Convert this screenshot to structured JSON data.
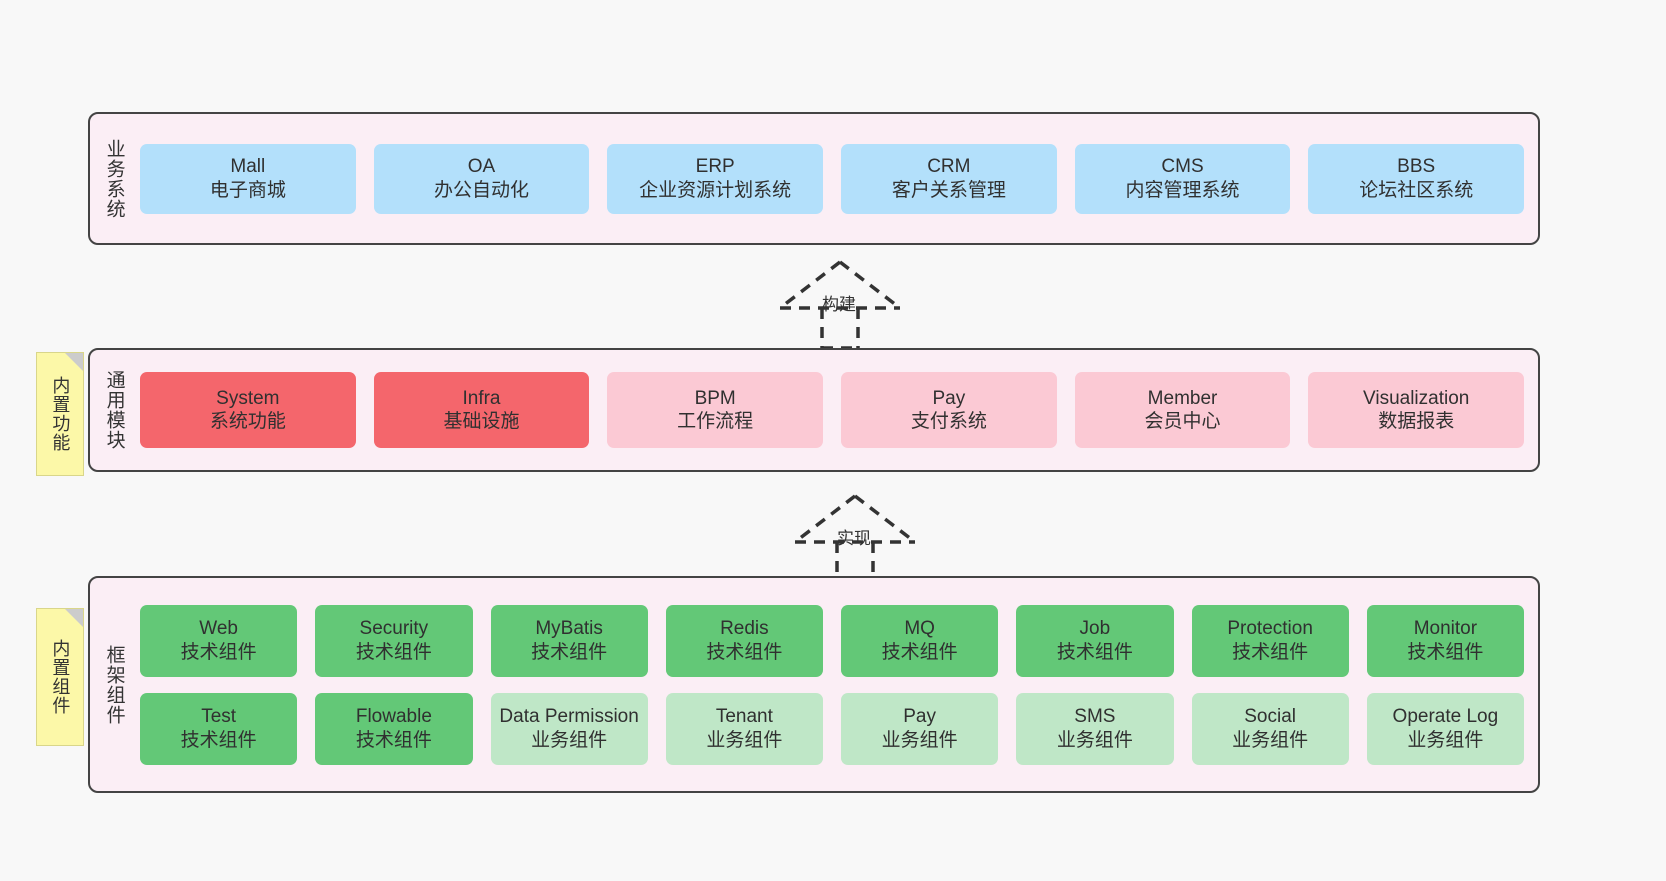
{
  "background_color": "#f8f8f8",
  "palette": {
    "band_fill": "#fbeef5",
    "band_border": "#444444",
    "business_cell": "#b3e0fb",
    "core_module_cell": "#f4666c",
    "module_cell": "#fbc9d4",
    "tech_component_cell": "#63c877",
    "biz_component_cell": "#bfe7c7",
    "note_fill": "#fcf8a8"
  },
  "layers": {
    "business": {
      "title": "业务系统",
      "items": [
        {
          "en": "Mall",
          "cn": "电子商城"
        },
        {
          "en": "OA",
          "cn": "办公自动化"
        },
        {
          "en": "ERP",
          "cn": "企业资源计划系统"
        },
        {
          "en": "CRM",
          "cn": "客户关系管理"
        },
        {
          "en": "CMS",
          "cn": "内容管理系统"
        },
        {
          "en": "BBS",
          "cn": "论坛社区系统"
        }
      ]
    },
    "common": {
      "title": "通用模块",
      "note": "内置功能",
      "items": [
        {
          "en": "System",
          "cn": "系统功能",
          "variant": "c-red"
        },
        {
          "en": "Infra",
          "cn": "基础设施",
          "variant": "c-red"
        },
        {
          "en": "BPM",
          "cn": "工作流程",
          "variant": "c-pink"
        },
        {
          "en": "Pay",
          "cn": "支付系统",
          "variant": "c-pink"
        },
        {
          "en": "Member",
          "cn": "会员中心",
          "variant": "c-pink"
        },
        {
          "en": "Visualization",
          "cn": "数据报表",
          "variant": "c-pink"
        }
      ]
    },
    "framework": {
      "title": "框架组件",
      "note": "内置组件",
      "row1": [
        {
          "en": "Web",
          "cn": "技术组件",
          "variant": "c-green"
        },
        {
          "en": "Security",
          "cn": "技术组件",
          "variant": "c-green"
        },
        {
          "en": "MyBatis",
          "cn": "技术组件",
          "variant": "c-green"
        },
        {
          "en": "Redis",
          "cn": "技术组件",
          "variant": "c-green"
        },
        {
          "en": "MQ",
          "cn": "技术组件",
          "variant": "c-green"
        },
        {
          "en": "Job",
          "cn": "技术组件",
          "variant": "c-green"
        },
        {
          "en": "Protection",
          "cn": "技术组件",
          "variant": "c-green"
        },
        {
          "en": "Monitor",
          "cn": "技术组件",
          "variant": "c-green"
        }
      ],
      "row2": [
        {
          "en": "Test",
          "cn": "技术组件",
          "variant": "c-green"
        },
        {
          "en": "Flowable",
          "cn": "技术组件",
          "variant": "c-green"
        },
        {
          "en": "Data Permission",
          "cn": "业务组件",
          "variant": "c-lightgreen"
        },
        {
          "en": "Tenant",
          "cn": "业务组件",
          "variant": "c-lightgreen"
        },
        {
          "en": "Pay",
          "cn": "业务组件",
          "variant": "c-lightgreen"
        },
        {
          "en": "SMS",
          "cn": "业务组件",
          "variant": "c-lightgreen"
        },
        {
          "en": "Social",
          "cn": "业务组件",
          "variant": "c-lightgreen"
        },
        {
          "en": "Operate Log",
          "cn": "业务组件",
          "variant": "c-lightgreen"
        }
      ]
    }
  },
  "connectors": [
    {
      "id": "build",
      "label": "构建",
      "from": "common",
      "to": "business"
    },
    {
      "id": "impl",
      "label": "实现",
      "from": "framework",
      "to": "common"
    }
  ]
}
